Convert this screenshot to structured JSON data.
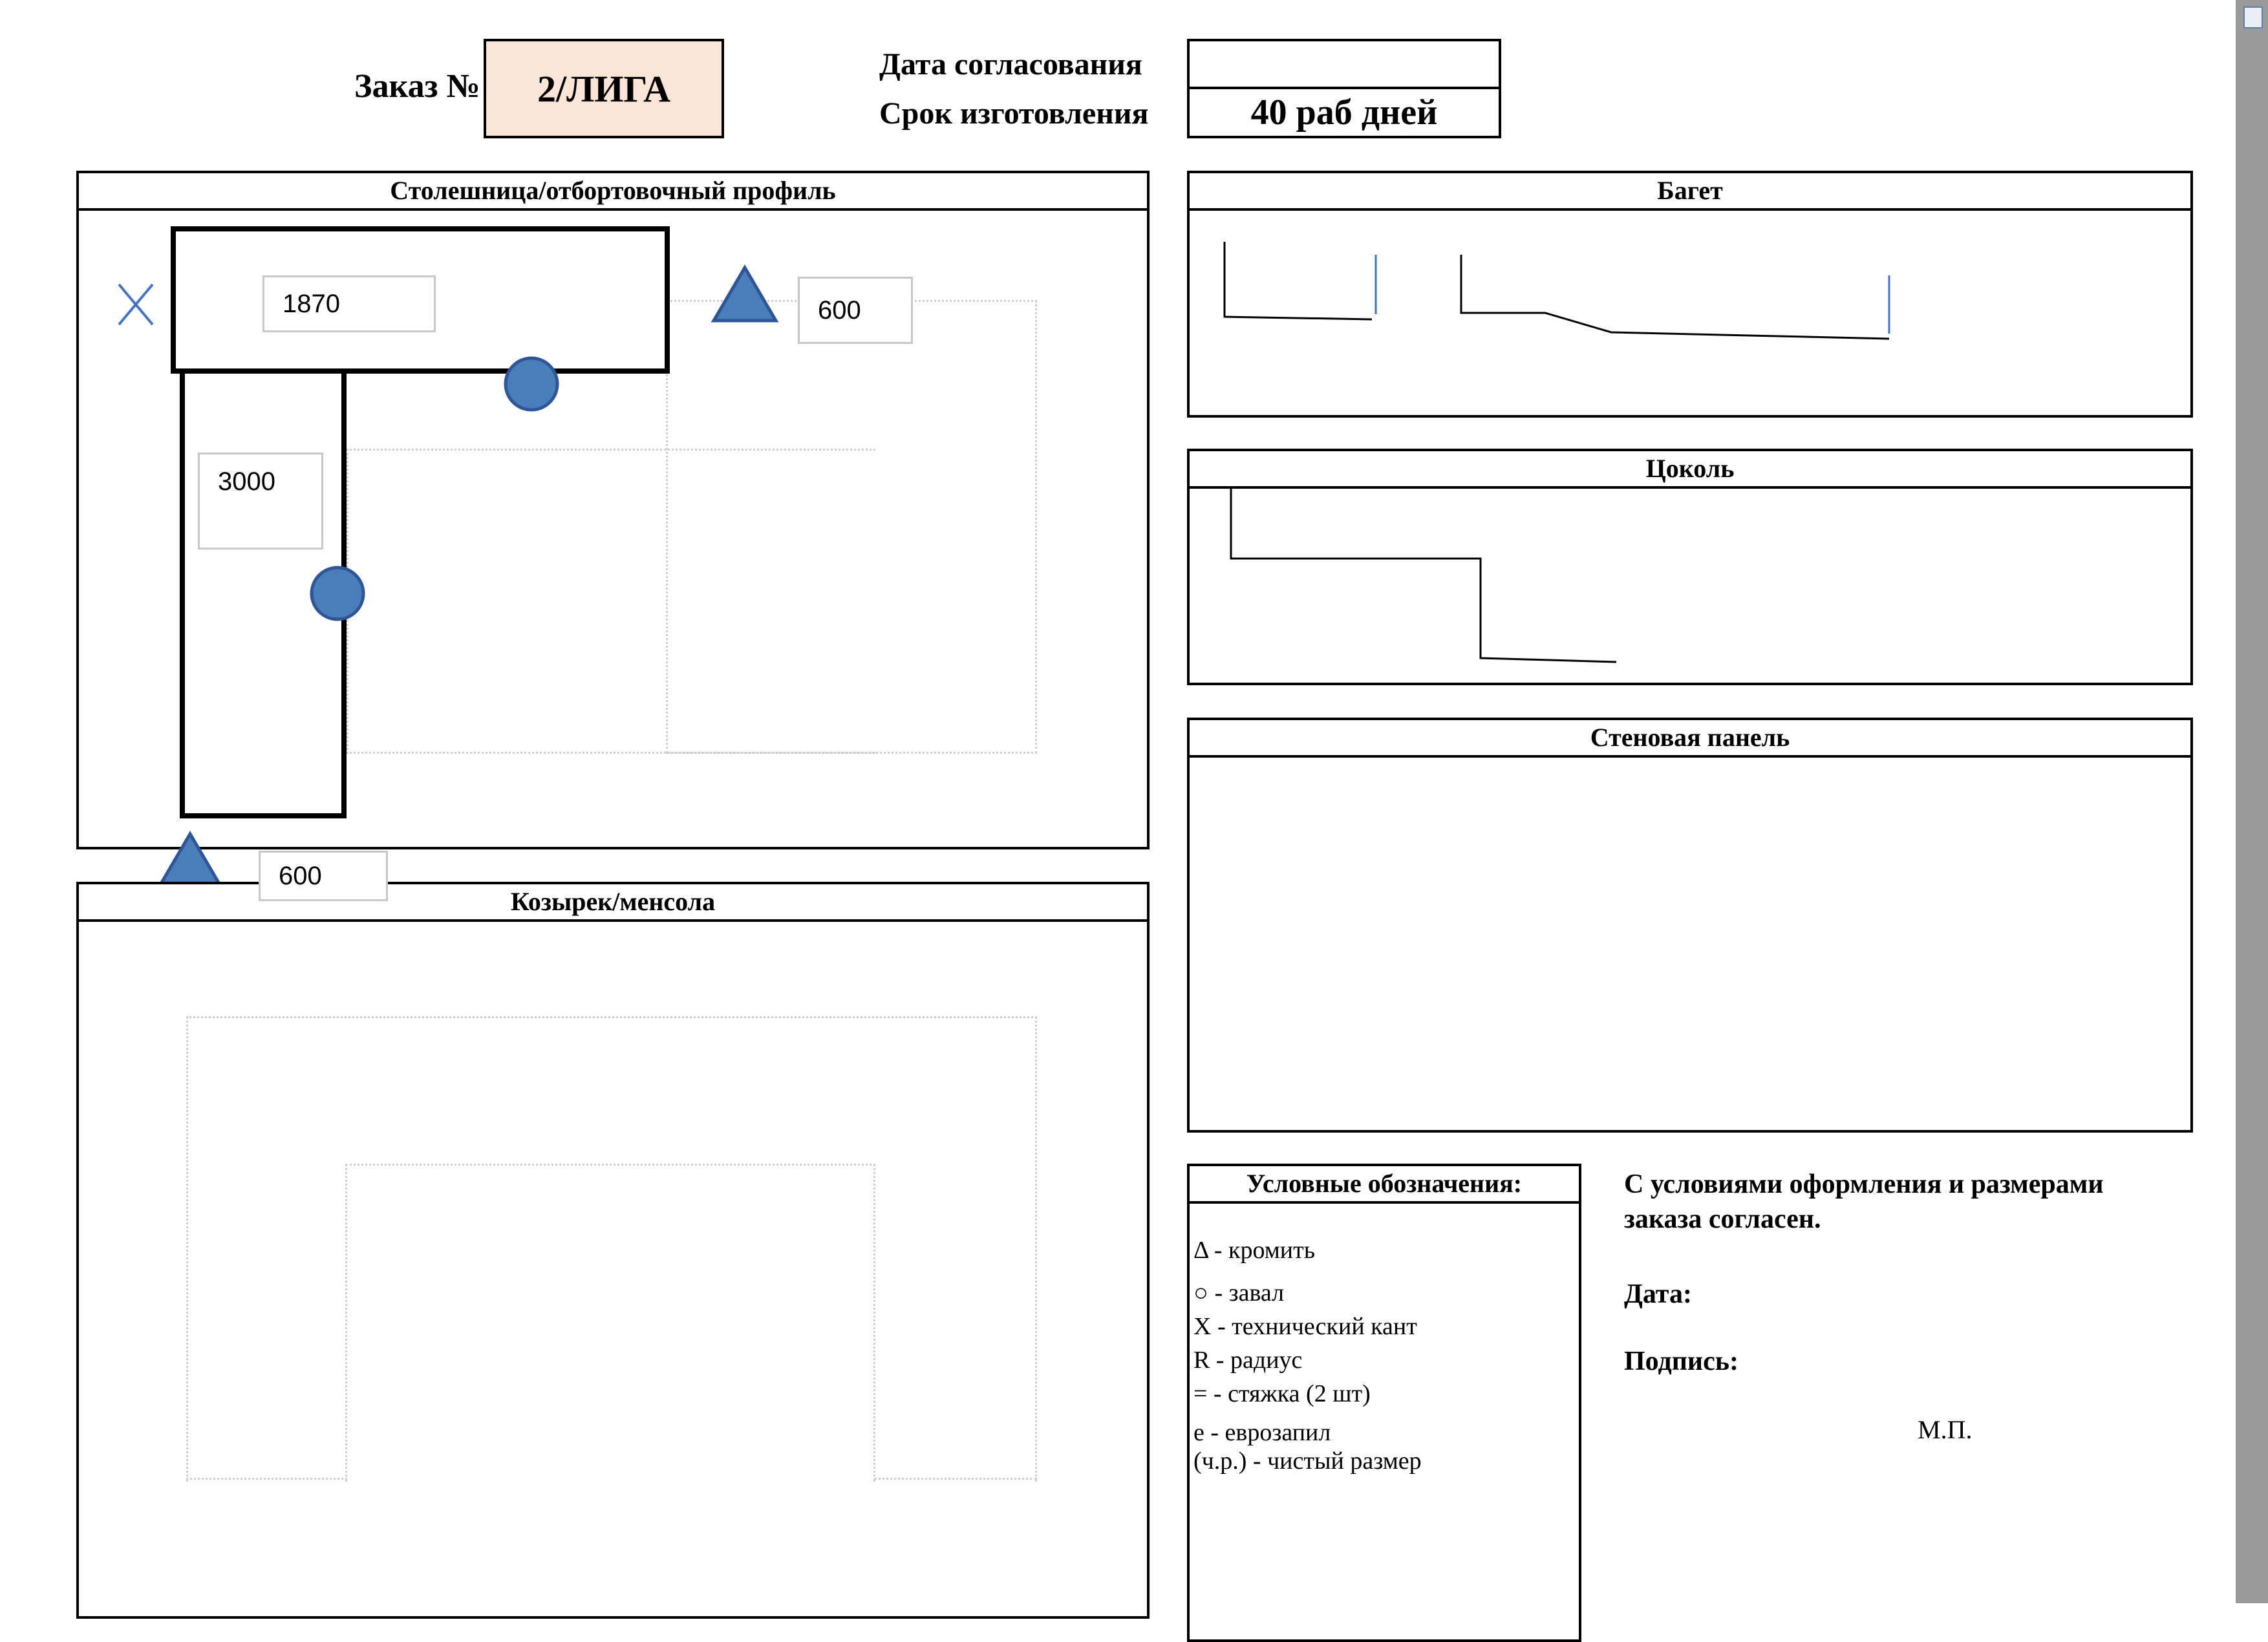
{
  "header": {
    "order_label": "Заказ №",
    "order_number": "2/ЛИГА",
    "approval_date_label": "Дата согласования",
    "approval_date_value": "",
    "production_term_label": "Срок изготовления",
    "production_term_value": "40 раб дней"
  },
  "sections": {
    "countertop": {
      "title": "Столешница/отбортовочный профиль"
    },
    "baget": {
      "title": "Багет"
    },
    "plinth": {
      "title": "Цоколь"
    },
    "wall_panel": {
      "title": "Стеновая панель"
    },
    "canopy": {
      "title": "Козырек/менсола"
    }
  },
  "dimensions": {
    "top_length": "1870",
    "side_length": "3000",
    "top_depth": "600",
    "side_depth": "600"
  },
  "legend": {
    "title": "Условные обозначения:",
    "items": [
      "Δ - кромить",
      "○ - завал",
      "X - технический кант",
      "R - радиус",
      "= - стяжка (2 шт)",
      "е - еврозапил",
      "(ч.р.) - чистый размер"
    ]
  },
  "agreement": {
    "text_line1": "С условиями оформления и размерами",
    "text_line2": "заказа согласен.",
    "date_label": "Дата:",
    "signature_label": "Подпись:",
    "stamp_label": "М.П."
  },
  "colors": {
    "order_number_bg": "#fbe5d6",
    "marker_fill": "#4a7ebb",
    "marker_stroke": "#2f5597",
    "blue_line": "#4472c4"
  }
}
